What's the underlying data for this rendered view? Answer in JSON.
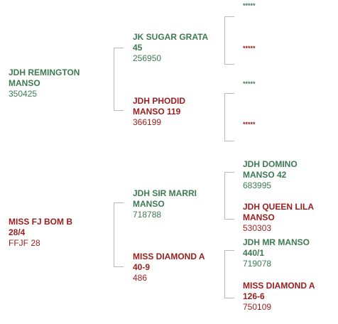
{
  "pedigree": {
    "sire": {
      "name_line1": "JDH REMINGTON",
      "name_line2": "MANSO",
      "reg": "350425",
      "sire": {
        "name_line1": "JK SUGAR GRATA",
        "name_line2": "45",
        "reg": "256950",
        "sire_stars": "*****",
        "dam_stars": "*****"
      },
      "dam": {
        "name_line1": "JDH PHODID",
        "name_line2": "MANSO 119",
        "reg": "366199",
        "sire_stars": "*****",
        "dam_stars": "*****"
      }
    },
    "dam": {
      "name_line1": "MISS FJ BOM B",
      "name_line2": "28/4",
      "reg": "FFJF 28",
      "sire": {
        "name_line1": "JDH SIR MARRI",
        "name_line2": "MANSO",
        "reg": "718788",
        "sire": {
          "name_line1": "JDH DOMINO",
          "name_line2": "MANSO 42",
          "reg": "683995"
        },
        "dam": {
          "name_line1": "JDH QUEEN LILA",
          "name_line2": "MANSO",
          "reg": "530303"
        }
      },
      "dam": {
        "name_line1": "MISS DIAMOND A",
        "name_line2": "40-9",
        "reg": "486",
        "sire": {
          "name_line1": "JDH MR MANSO",
          "name_line2": "440/1",
          "reg": "719078"
        },
        "dam": {
          "name_line1": "MISS DIAMOND A",
          "name_line2": "126-6",
          "reg": "750109"
        }
      }
    }
  },
  "colors": {
    "male": "#3d7a52",
    "female": "#9b1c1c",
    "connector": "#b8b8b8"
  }
}
